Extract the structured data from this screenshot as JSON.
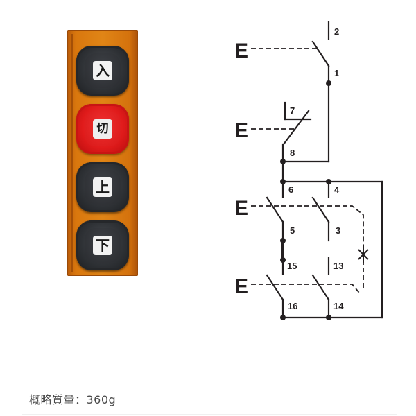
{
  "pendant": {
    "buttons": [
      {
        "label": "入",
        "color": "#2f3236",
        "meaning": "on"
      },
      {
        "label": "切",
        "color": "#e01b1b",
        "meaning": "off"
      },
      {
        "label": "上",
        "color": "#2f3236",
        "meaning": "up"
      },
      {
        "label": "下",
        "color": "#2f3236",
        "meaning": "down"
      }
    ],
    "housing_color": "#e08516"
  },
  "diagram": {
    "actuator_labels": [
      "E",
      "E",
      "E",
      "E"
    ],
    "terminals": [
      "2",
      "1",
      "7",
      "8",
      "6",
      "4",
      "5",
      "3",
      "15",
      "13",
      "16",
      "14"
    ],
    "interlock_symbol": "✕"
  },
  "caption": {
    "text": "概略質量：360g"
  }
}
